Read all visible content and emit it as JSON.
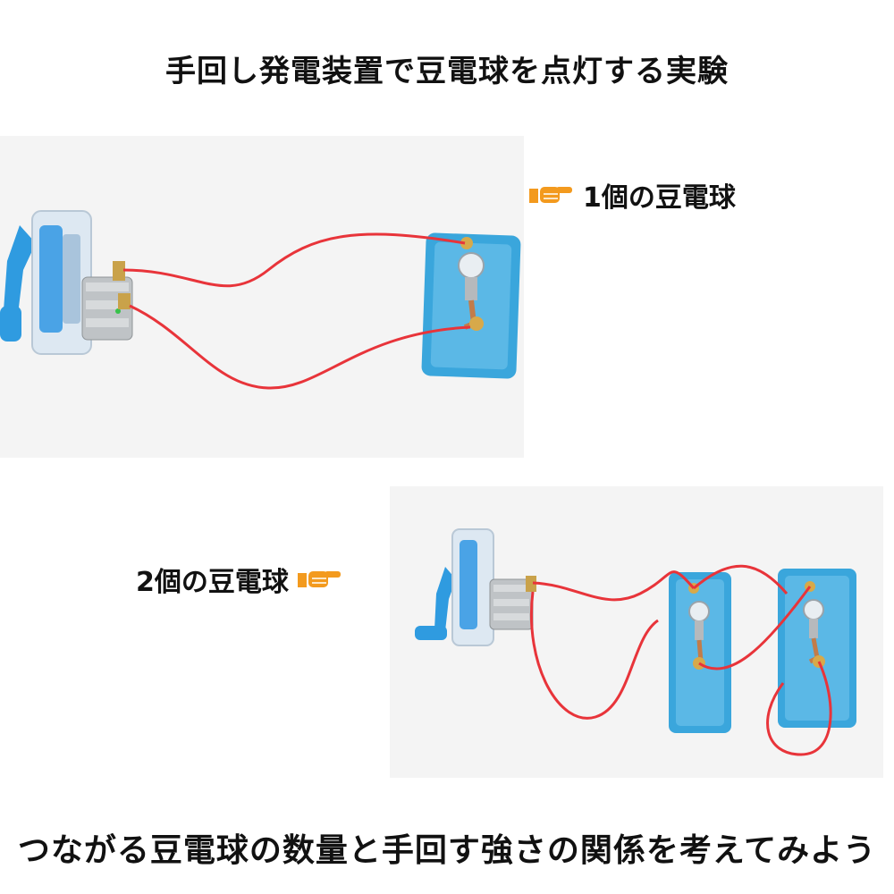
{
  "title": "手回し発電装置で豆電球を点灯する実験",
  "panel_one": {
    "label": "1個の豆電球",
    "pointer_icon": "pointing-hand-right-icon"
  },
  "panel_two": {
    "label": "2個の豆電球",
    "pointer_icon": "pointing-hand-right-icon"
  },
  "caption": "つながる豆電球の数量と手回す強さの関係を考えてみよう",
  "colors": {
    "wire": "#e8343a",
    "bulb_base": "#3aa6dc",
    "generator_blue": "#2f8fd8",
    "pointer": "#f39a1e"
  }
}
